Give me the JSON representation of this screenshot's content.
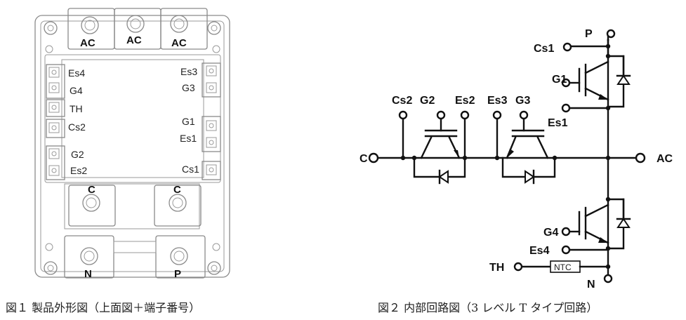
{
  "package": {
    "terminals_top": [
      "AC",
      "AC",
      "AC"
    ],
    "pins_left": [
      "Es4",
      "G4",
      "TH",
      "Cs2",
      "G2",
      "Es2"
    ],
    "pins_right": [
      "Es3",
      "G3",
      "G1",
      "Es1",
      "Cs1"
    ],
    "terminals_mid": [
      "C",
      "C"
    ],
    "terminals_bottom": [
      "N",
      "P"
    ],
    "caption": "図１ 製品外形図（上面図＋端子番号）"
  },
  "circuit": {
    "labels": {
      "P": "P",
      "Cs1": "Cs1",
      "G1": "G1",
      "Es1": "Es1",
      "Cs2": "Cs2",
      "G2": "G2",
      "Es2": "Es2",
      "Es3": "Es3",
      "G3": "G3",
      "C": "C",
      "AC": "AC",
      "G4": "G4",
      "Es4": "Es4",
      "TH": "TH",
      "NTC": "NTC",
      "N": "N"
    },
    "caption": "図２ 内部回路図（3 レベル T タイプ回路）"
  }
}
